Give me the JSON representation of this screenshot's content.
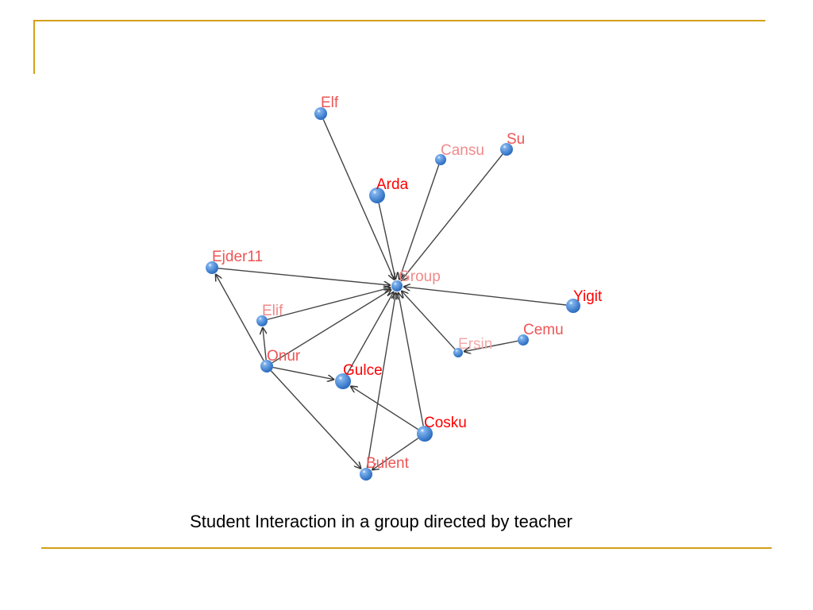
{
  "caption": "Student Interaction in a group directed by teacher",
  "colors": {
    "rule": "#d4a017",
    "edge": "#444444",
    "node": "#3a7fd0",
    "label_strong": "#ff0000",
    "label_medium": "#ee5555",
    "label_light": "#f08a8a",
    "label_faint": "#f4a8a8"
  },
  "nodes": [
    {
      "id": "elf_top",
      "label": "Elf",
      "tone": "label_medium"
    },
    {
      "id": "cansu",
      "label": "Cansu",
      "tone": "label_light"
    },
    {
      "id": "su",
      "label": "Su",
      "tone": "label_medium"
    },
    {
      "id": "arda",
      "label": "Arda",
      "tone": "label_strong"
    },
    {
      "id": "ejder11",
      "label": "Ejder11",
      "tone": "label_medium"
    },
    {
      "id": "group",
      "label": "Group",
      "tone": "label_light"
    },
    {
      "id": "yigit",
      "label": "Yigit",
      "tone": "label_strong"
    },
    {
      "id": "elif",
      "label": "Elif",
      "tone": "label_light"
    },
    {
      "id": "cemu",
      "label": "Cemu",
      "tone": "label_medium"
    },
    {
      "id": "ersin",
      "label": "Ersin",
      "tone": "label_faint"
    },
    {
      "id": "onur",
      "label": "Onur",
      "tone": "label_medium"
    },
    {
      "id": "gulce",
      "label": "Gulce",
      "tone": "label_strong"
    },
    {
      "id": "cosku",
      "label": "Cosku",
      "tone": "label_strong"
    },
    {
      "id": "bulent",
      "label": "Bulent",
      "tone": "label_medium"
    }
  ],
  "edges": [
    {
      "from": "elf_top",
      "to": "group"
    },
    {
      "from": "cansu",
      "to": "group"
    },
    {
      "from": "su",
      "to": "group"
    },
    {
      "from": "arda",
      "to": "group"
    },
    {
      "from": "ejder11",
      "to": "group"
    },
    {
      "from": "yigit",
      "to": "group"
    },
    {
      "from": "elif",
      "to": "group"
    },
    {
      "from": "onur",
      "to": "group"
    },
    {
      "from": "gulce",
      "to": "group"
    },
    {
      "from": "bulent",
      "to": "group"
    },
    {
      "from": "cosku",
      "to": "group"
    },
    {
      "from": "ersin",
      "to": "group"
    },
    {
      "from": "cemu",
      "to": "ersin"
    },
    {
      "from": "onur",
      "to": "ejder11"
    },
    {
      "from": "onur",
      "to": "gulce"
    },
    {
      "from": "onur",
      "to": "bulent"
    },
    {
      "from": "cosku",
      "to": "gulce"
    },
    {
      "from": "cosku",
      "to": "bulent"
    },
    {
      "from": "onur",
      "to": "elif"
    }
  ]
}
